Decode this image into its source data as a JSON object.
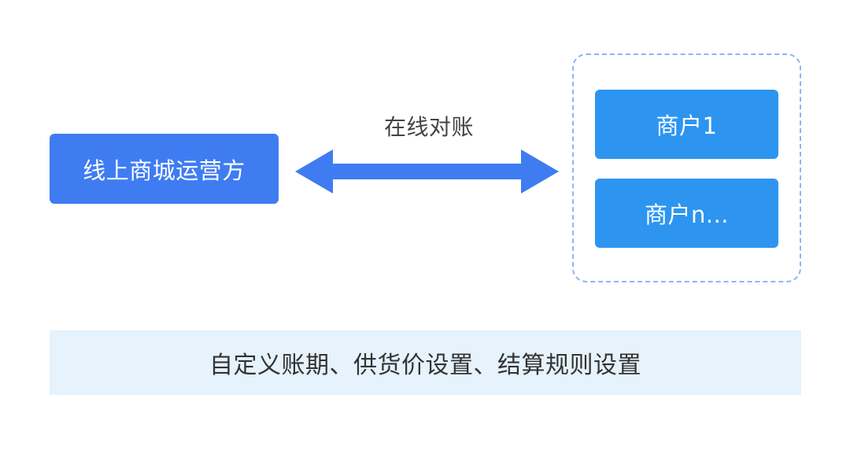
{
  "operator": {
    "label": "线上商城运营方"
  },
  "connector": {
    "label": "在线对账"
  },
  "merchants": {
    "items": [
      {
        "label": "商户1"
      },
      {
        "label": "商户n..."
      }
    ]
  },
  "features": {
    "label": "自定义账期、供货价设置、结算规则设置"
  },
  "colors": {
    "operator_fill": "#3f7cf2",
    "merchant_fill": "#2d95f0",
    "arrow_fill": "#3f7cf2",
    "group_border": "#8fb4f5",
    "banner_fill": "#e6f2fc"
  }
}
